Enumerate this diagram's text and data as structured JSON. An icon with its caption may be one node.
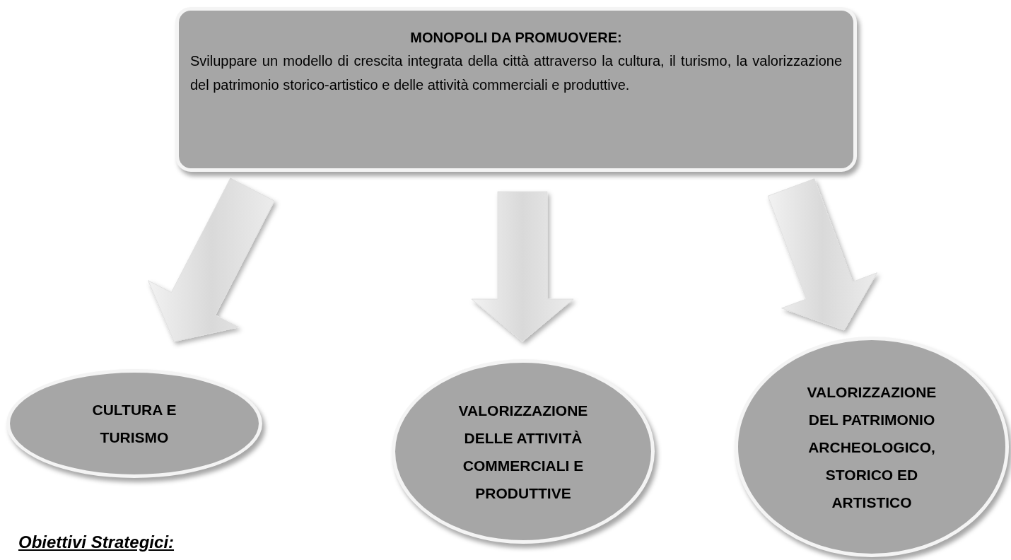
{
  "diagram": {
    "nodes": [
      {
        "text": [
          "MONOPOLI DA PROMUOVERE:",
          "Sviluppare un modello di crescita integrata della città attraverso la cultura, il turismo, la valorizzazione del patrimonio storico-artistico e delle attività commerciali e produttive."
        ]
      },
      {
        "text": [
          "CULTURA E TURISMO"
        ]
      },
      {
        "text": [
          "VALORIZZAZIONE DELLE ATTIVITÀ COMMERCIALI E PRODUTTIVE"
        ]
      },
      {
        "text": [
          "VALORIZZAZIONE DEL PATRIMONIO ARCHEOLOGICO, STORICO ED ARTISTICO"
        ]
      }
    ],
    "edges": [
      {
        "from": 0,
        "to": 1,
        "arrow": "to"
      },
      {
        "from": 0,
        "to": 2,
        "arrow": "to"
      },
      {
        "from": 0,
        "to": 3,
        "arrow": "to"
      }
    ],
    "labels": [
      "Obiettivi Strategici:"
    ]
  }
}
